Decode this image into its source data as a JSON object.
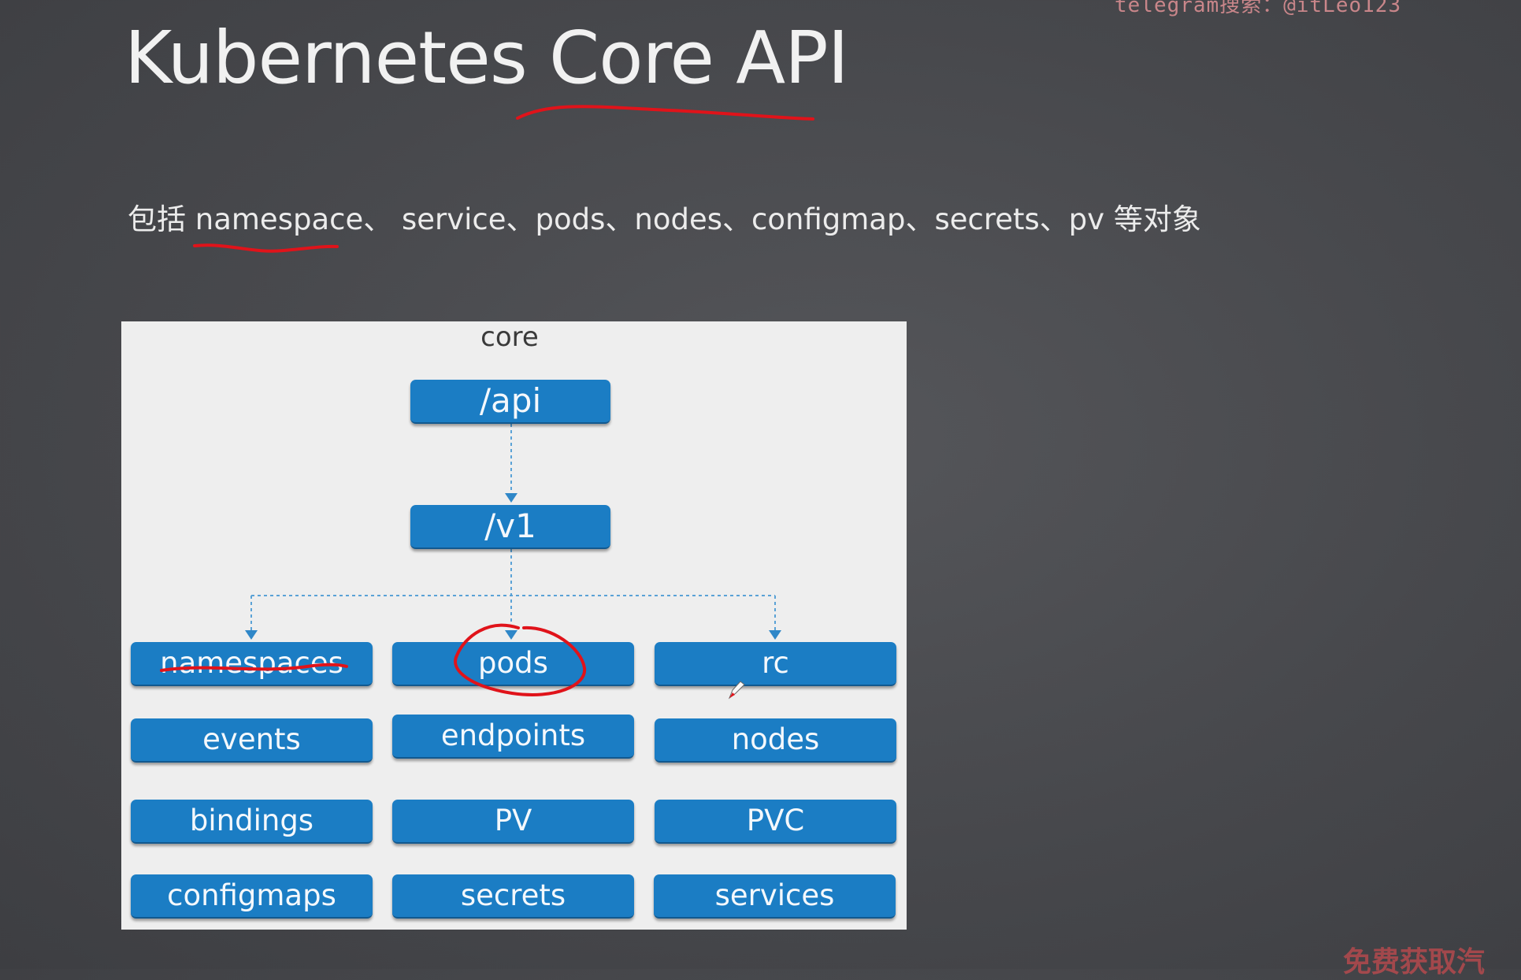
{
  "watermark_top": "telegram搜索：@itLeo123",
  "watermark_bottom": "免费获取汽",
  "title": "Kubernetes Core API",
  "description": "包括 namespace、 service、pods、nodes、configmap、secrets、pv 等对象",
  "diagram": {
    "group_label": "core",
    "root": "/api",
    "version": "/v1",
    "resources": [
      "namespaces",
      "pods",
      "rc",
      "events",
      "endpoints",
      "nodes",
      "bindings",
      "PV",
      "PVC",
      "configmaps",
      "secrets",
      "services"
    ]
  },
  "colors": {
    "box": "#1b7dc4",
    "annotation": "#e0131a",
    "background": "#4a4b4f",
    "panel": "#eeeeee"
  }
}
